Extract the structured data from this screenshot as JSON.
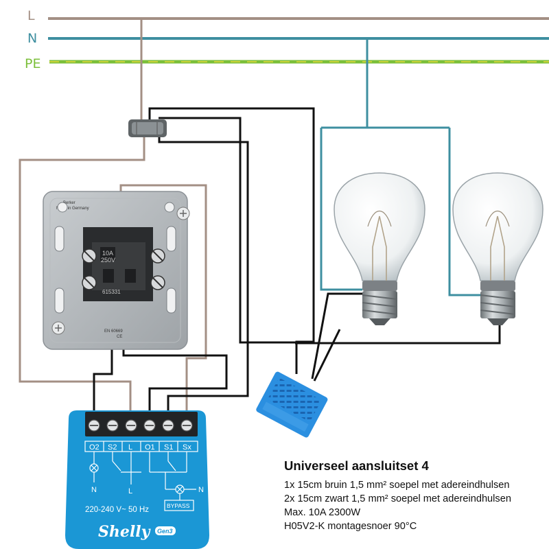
{
  "rails": [
    {
      "name": "L",
      "color": "#a38f84"
    },
    {
      "name": "N",
      "color": "#3e8fa0"
    },
    {
      "name": "PE",
      "color": "#7bbf3a"
    }
  ],
  "switch": {
    "rating_line1": "10A",
    "rating_line2": "250V",
    "part_no": "615331"
  },
  "module": {
    "terminals": [
      "O2",
      "S2",
      "L",
      "O1",
      "S1",
      "Sx"
    ],
    "symbol_n_left": "N",
    "symbol_l": "L",
    "symbol_n_right": "N",
    "bypass_label": "BYPASS",
    "rating": "220-240 V~ 50 Hz",
    "brand": "Shelly",
    "generation": "Gen3",
    "color": "#1b97d5"
  },
  "caption": {
    "title": "Universeel aansluitset 4",
    "lines": [
      "1x 15cm bruin 1,5 mm² soepel met adereindhulsen",
      "2x 15cm zwart 1,5 mm² soepel met adereindhulsen",
      "Max. 10A 2300W",
      "H05V2-K montagesnoer 90°C"
    ]
  },
  "colors": {
    "live_wire": "#a38f84",
    "neutral_wire": "#3e8fa0",
    "earth_wire": "#7bbf3a",
    "switch_wire": "#111111",
    "connector_blue": "#2b8fe0"
  }
}
